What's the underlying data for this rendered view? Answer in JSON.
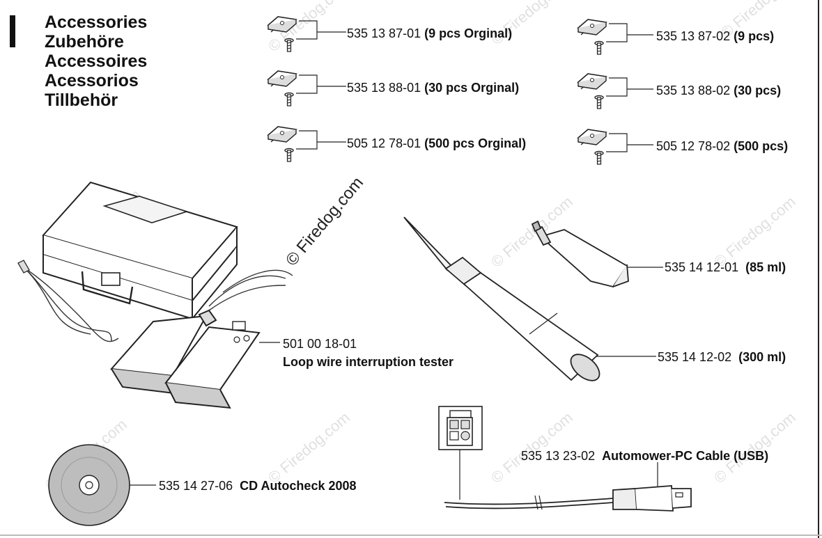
{
  "titles": [
    "Accessories",
    "Zubehöre",
    "Accessoires",
    "Acessorios",
    "Tillbehör"
  ],
  "blades": [
    {
      "num": "535 13 87-01",
      "desc": "(9 pcs Orginal)"
    },
    {
      "num": "535 13 87-02",
      "desc": "(9 pcs)"
    },
    {
      "num": "535 13 88-01",
      "desc": "(30 pcs Orginal)"
    },
    {
      "num": "535 13 88-02",
      "desc": "(30 pcs)"
    },
    {
      "num": "505 12 78-01",
      "desc": "(500 pcs Orginal)"
    },
    {
      "num": "505 12 78-02",
      "desc": "(500 pcs)"
    }
  ],
  "tester": {
    "num": "501 00 18-01",
    "desc": "Loop wire interruption tester"
  },
  "tube_small": {
    "num": "535 14 12-01",
    "desc": "(85 ml)"
  },
  "tube_large": {
    "num": "535 14 12-02",
    "desc": "(300 ml)"
  },
  "cable": {
    "num": "535 13 23-02",
    "desc": "Automower-PC Cable (USB)"
  },
  "cd": {
    "num": "535 14 27-06",
    "desc": "CD Autocheck 2008"
  },
  "watermark": {
    "main": "© Firedog.com",
    "faint": "© Firedog.com"
  }
}
